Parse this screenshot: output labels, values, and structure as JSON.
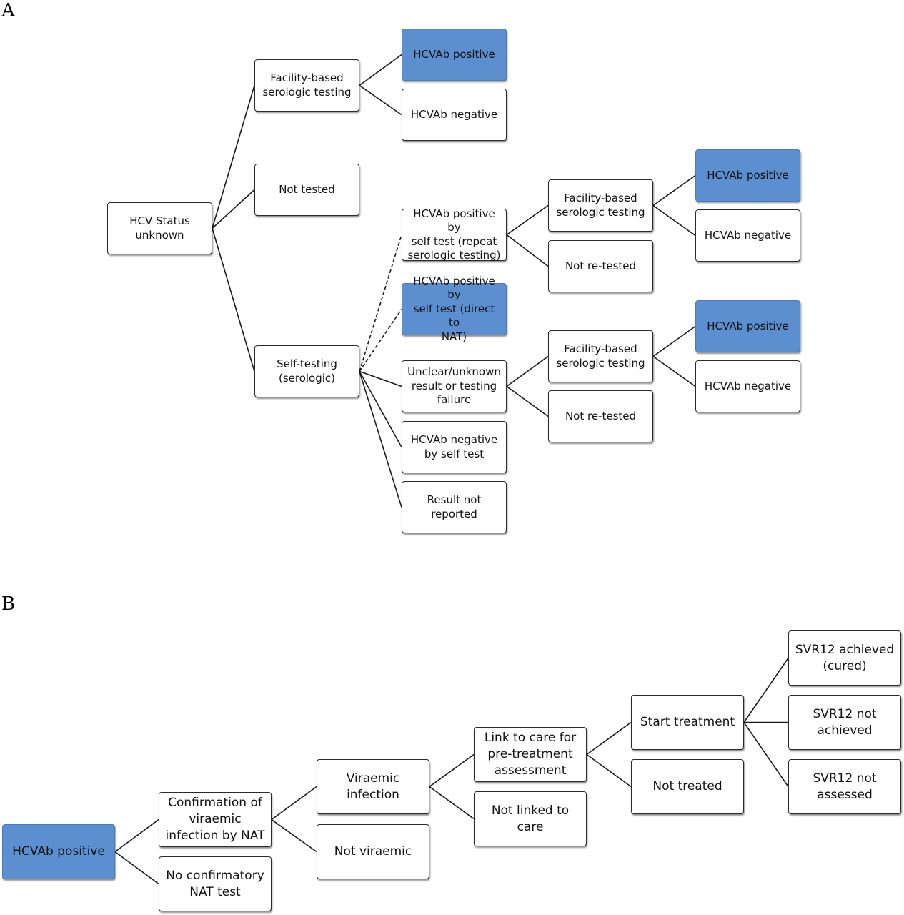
{
  "panel_a": {
    "label": "A",
    "nodes": {
      "hcv_status": "HCV Status\nunknown",
      "facility_based": "Facility-based\nserologic testing",
      "a_pos1": "HCVAb positive",
      "a_neg1": "HCVAb negative",
      "not_tested": "Not tested",
      "self_testing": "Self-testing\n(serologic)",
      "pos_repeat": "HCVAb positive by\nself test (repeat\nserologic testing)",
      "pos_direct": "HCVAb positive by\nself test (direct to\nNAT)",
      "unclear": "Unclear/unknown\nresult or testing\nfailure",
      "neg_self": "HCVAb negative\nby self test",
      "not_reported": "Result not\nreported",
      "fac2": "Facility-based\nserologic testing",
      "not_retested1": "Not re-tested",
      "fac3": "Facility-based\nserologic testing",
      "not_retested2": "Not re-tested",
      "a_pos2": "HCVAb positive",
      "a_neg2": "HCVAb negative",
      "a_pos3": "HCVAb positive",
      "a_neg3": "HCVAb negative"
    }
  },
  "panel_b": {
    "label": "B",
    "nodes": {
      "b_hcvab_pos": "HCVAb positive",
      "confirmation": "Confirmation of\nviraemic\ninfection by NAT",
      "no_confirm": "No confirmatory\nNAT test",
      "viraemic": "Viraemic\ninfection",
      "not_viraemic": "Not viraemic",
      "link_care": "Link to care for\npre-treatment\nassessment",
      "not_linked": "Not linked to\ncare",
      "start_treatment": "Start treatment",
      "not_treated": "Not treated",
      "svr_achieved": "SVR12 achieved\n(cured)",
      "svr_not_achieved": "SVR12 not\nachieved",
      "svr_not_assessed": "SVR12 not\nassessed"
    }
  },
  "colors": {
    "highlight": "#5b8fd0",
    "border": "#2b2b2b",
    "edge": "#1a1a1a"
  }
}
